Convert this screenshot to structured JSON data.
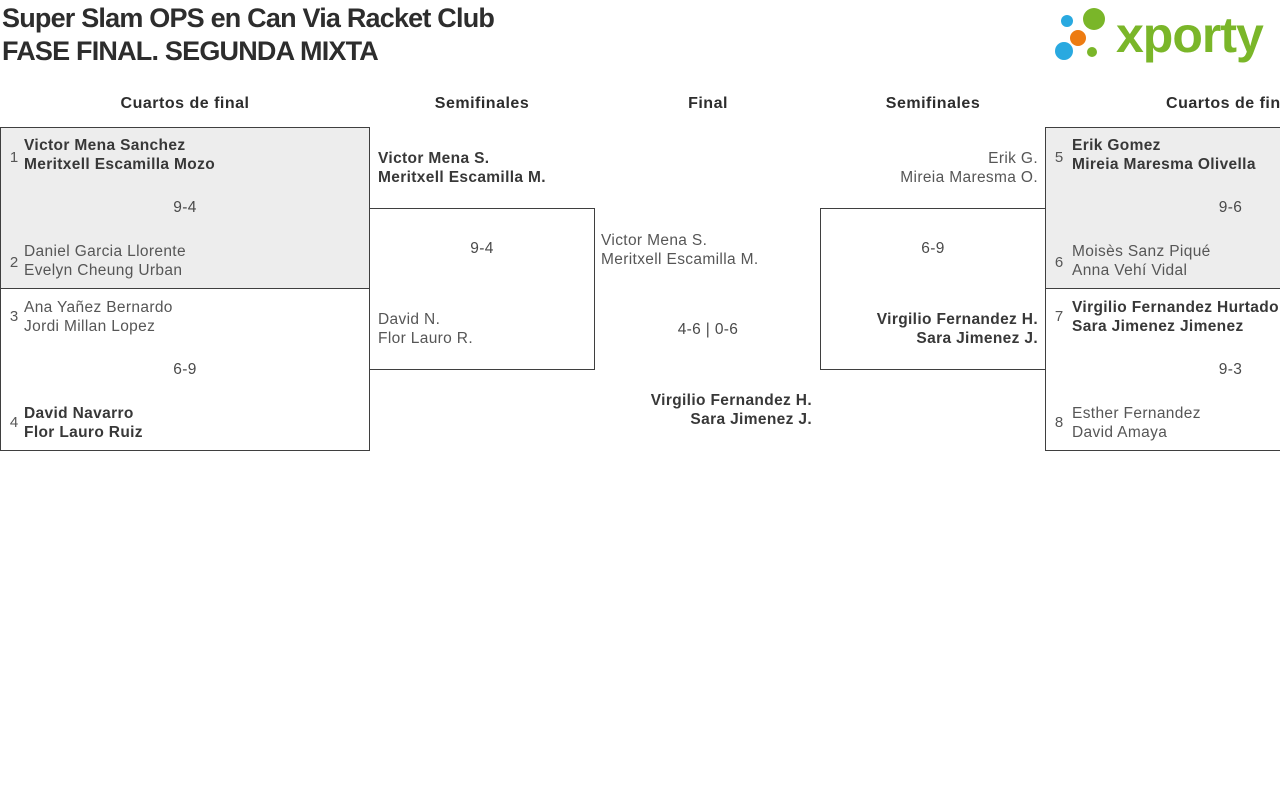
{
  "header": {
    "title_line1": "Super Slam OPS en Can Via Racket Club",
    "title_line2": "FASE FINAL. SEGUNDA MIXTA",
    "logo_text": "xporty"
  },
  "colors": {
    "green": "#7ab629",
    "blue": "#29a9e0",
    "orange": "#ed7c12",
    "box_fill": "#ededed",
    "border": "#3f3f3f",
    "text_dark": "#383838",
    "text_regular": "#565656",
    "text_score": "#4a4a4a",
    "text_heading": "#2d2d2d"
  },
  "bracket": {
    "rounds": [
      "Cuartos de final",
      "Semifinales",
      "Final",
      "Semifinales",
      "Cuartos de final"
    ],
    "qf_left": [
      {
        "seed1": "1",
        "team1": [
          "Victor Mena Sanchez",
          "Meritxell Escamilla Mozo"
        ],
        "score": "9-4",
        "seed2": "2",
        "team2": [
          "Daniel Garcia Llorente",
          "Evelyn Cheung Urban"
        ],
        "winner": "team1"
      },
      {
        "seed1": "3",
        "team1": [
          "Ana Yañez Bernardo",
          "Jordi Millan Lopez"
        ],
        "score": "6-9",
        "seed2": "4",
        "team2": [
          "David Navarro",
          "Flor Lauro Ruiz"
        ],
        "winner": "team2"
      }
    ],
    "sf_left": {
      "team1": [
        "Victor Mena S.",
        "Meritxell Escamilla M."
      ],
      "score": "9-4",
      "team2": [
        "David N.",
        "Flor Lauro R."
      ],
      "winner": "team1"
    },
    "final": {
      "team1": [
        "Victor Mena S.",
        "Meritxell Escamilla M."
      ],
      "score": "4-6 | 0-6",
      "team2": [
        "Virgilio Fernandez H.",
        "Sara Jimenez J."
      ],
      "winner": "team2"
    },
    "sf_right": {
      "team1": [
        "Erik G.",
        "Mireia Maresma O."
      ],
      "score": "6-9",
      "team2": [
        "Virgilio Fernandez H.",
        "Sara Jimenez J."
      ],
      "winner": "team2"
    },
    "qf_right": [
      {
        "seed1": "5",
        "team1": [
          "Erik Gomez",
          "Mireia Maresma Olivella"
        ],
        "score": "9-6",
        "seed2": "6",
        "team2": [
          "Moisès Sanz Piqué",
          "Anna Vehí Vidal"
        ],
        "winner": "team1"
      },
      {
        "seed1": "7",
        "team1": [
          "Virgilio Fernandez Hurtado",
          "Sara Jimenez Jimenez"
        ],
        "score": "9-3",
        "seed2": "8",
        "team2": [
          "Esther Fernandez",
          "David Amaya"
        ],
        "winner": "team1"
      }
    ]
  }
}
